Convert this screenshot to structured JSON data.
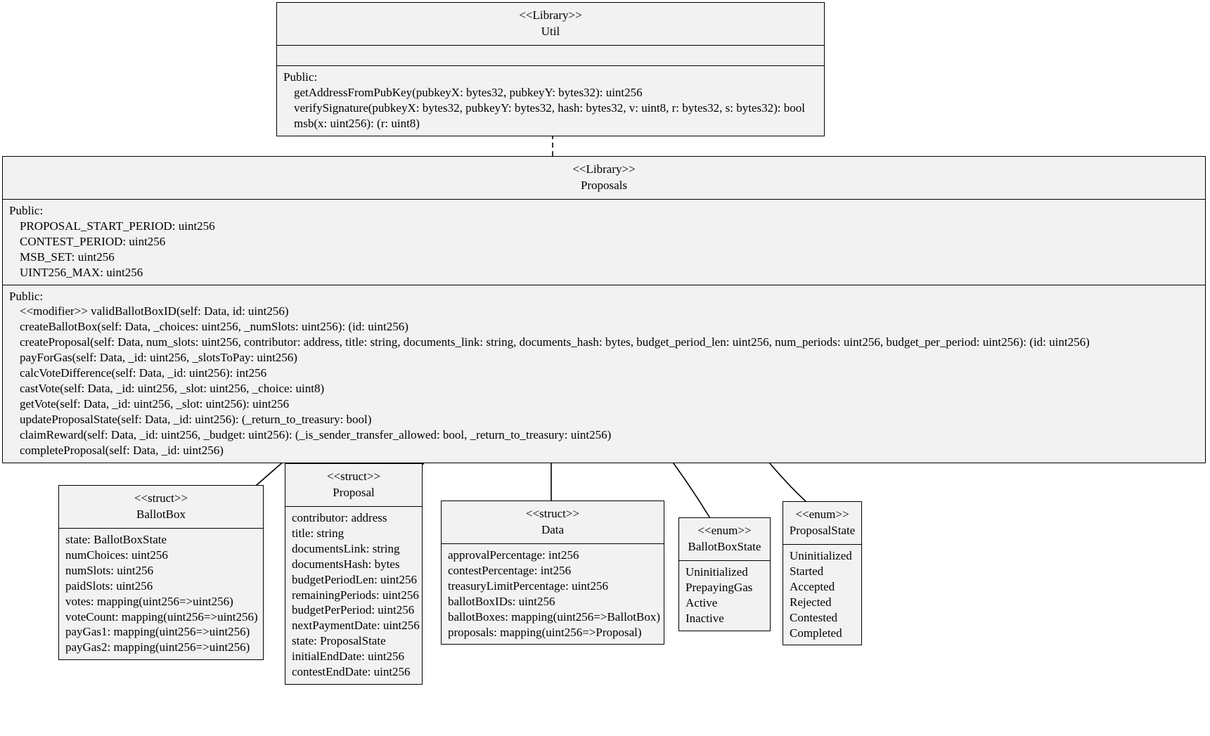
{
  "diagram": {
    "kind": "uml-class-diagram",
    "stroke_color": "#000000",
    "fill_color": "#f2f2f2",
    "background": "#ffffff"
  },
  "classes": {
    "util": {
      "stereotype": "<<Library>>",
      "name": "Util",
      "attributes": [],
      "methods_label": "Public:",
      "methods": [
        "getAddressFromPubKey(pubkeyX: bytes32, pubkeyY: bytes32): uint256",
        "verifySignature(pubkeyX: bytes32, pubkeyY: bytes32, hash: bytes32, v: uint8, r: bytes32, s: bytes32): bool",
        "msb(x: uint256): (r: uint8)"
      ]
    },
    "proposals": {
      "stereotype": "<<Library>>",
      "name": "Proposals",
      "attributes_label": "Public:",
      "attributes": [
        "PROPOSAL_START_PERIOD: uint256",
        "CONTEST_PERIOD: uint256",
        "MSB_SET: uint256",
        "UINT256_MAX: uint256"
      ],
      "methods_label": "Public:",
      "methods": [
        "<<modifier>> validBallotBoxID(self: Data, id: uint256)",
        "createBallotBox(self: Data, _choices: uint256, _numSlots: uint256): (id: uint256)",
        "createProposal(self: Data, num_slots: uint256, contributor: address, title: string, documents_link: string, documents_hash: bytes, budget_period_len: uint256, num_periods: uint256, budget_per_period: uint256): (id: uint256)",
        "payForGas(self: Data, _id: uint256, _slotsToPay: uint256)",
        "calcVoteDifference(self: Data, _id: uint256): int256",
        "castVote(self: Data, _id: uint256, _slot: uint256, _choice: uint8)",
        "getVote(self: Data, _id: uint256, _slot: uint256): uint256",
        "updateProposalState(self: Data, _id: uint256): (_return_to_treasury: bool)",
        "claimReward(self: Data, _id: uint256, _budget: uint256): (_is_sender_transfer_allowed: bool, _return_to_treasury: uint256)",
        "completeProposal(self: Data, _id: uint256)"
      ]
    },
    "ballotbox": {
      "stereotype": "<<struct>>",
      "name": "BallotBox",
      "attributes": [
        "state: BallotBoxState",
        "numChoices: uint256",
        "numSlots: uint256",
        "paidSlots: uint256",
        "votes: mapping(uint256=>uint256)",
        "voteCount: mapping(uint256=>uint256)",
        "payGas1: mapping(uint256=>uint256)",
        "payGas2: mapping(uint256=>uint256)"
      ]
    },
    "proposal": {
      "stereotype": "<<struct>>",
      "name": "Proposal",
      "attributes": [
        "contributor: address",
        "title: string",
        "documentsLink: string",
        "documentsHash: bytes",
        "budgetPeriodLen: uint256",
        "remainingPeriods: uint256",
        "budgetPerPeriod: uint256",
        "nextPaymentDate: uint256",
        "state: ProposalState",
        "initialEndDate: uint256",
        "contestEndDate: uint256"
      ]
    },
    "data": {
      "stereotype": "<<struct>>",
      "name": "Data",
      "attributes": [
        "approvalPercentage: int256",
        "contestPercentage: int256",
        "treasuryLimitPercentage: uint256",
        "ballotBoxIDs: uint256",
        "ballotBoxes: mapping(uint256=>BallotBox)",
        "proposals: mapping(uint256=>Proposal)"
      ]
    },
    "ballotboxstate": {
      "stereotype": "<<enum>>",
      "name": "BallotBoxState",
      "attributes": [
        "Uninitialized",
        "PrepayingGas",
        "Active",
        "Inactive"
      ]
    },
    "proposalstate": {
      "stereotype": "<<enum>>",
      "name": "ProposalState",
      "attributes": [
        "Uninitialized",
        "Started",
        "Accepted",
        "Rejected",
        "Contested",
        "Completed"
      ]
    }
  },
  "relations": [
    {
      "name": "proposals-uses-util",
      "type": "dependency",
      "from": "proposals",
      "to": "util",
      "arrow": "open-arrow-dashed"
    },
    {
      "name": "proposals-aggregates-ballotbox",
      "type": "aggregation",
      "from": "proposals",
      "to": "ballotbox",
      "arrow": "filled-diamond"
    },
    {
      "name": "proposals-aggregates-proposal",
      "type": "aggregation",
      "from": "proposals",
      "to": "proposal",
      "arrow": "filled-diamond"
    },
    {
      "name": "proposals-aggregates-data",
      "type": "aggregation",
      "from": "proposals",
      "to": "data",
      "arrow": "filled-diamond"
    },
    {
      "name": "proposals-aggregates-ballotboxstate",
      "type": "aggregation",
      "from": "proposals",
      "to": "ballotboxstate",
      "arrow": "filled-diamond"
    },
    {
      "name": "proposals-aggregates-proposalstate",
      "type": "aggregation",
      "from": "proposals",
      "to": "proposalstate",
      "arrow": "filled-diamond"
    }
  ]
}
